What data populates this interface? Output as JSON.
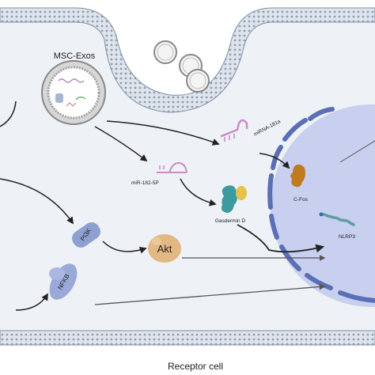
{
  "labels": {
    "msc_exos": "MSC-Exos",
    "mirna_181a": "miRNA-181a",
    "mir_182_5p": "miR-182-5P",
    "gasdermin_d": "Gasdermin D",
    "c_fos": "C-Fos",
    "nlrp3": "NLRP3",
    "pi3k": "PI3K",
    "akt": "Akt",
    "nfkb": "NFKB",
    "receptor_cell": "Receptor cell"
  },
  "colors": {
    "membrane_fill": "#d9dfe8",
    "membrane_line": "#7e8fa6",
    "cytoplasm": "#eef1f5",
    "nucleus_fill": "#c9cfee",
    "nucleus_border": "#5a6fb5",
    "cfos": "#c07a1f",
    "gasdermin_teal": "#3b9b9e",
    "gasdermin_yellow": "#e6c24a",
    "akt": "#e2b982",
    "pi3k": "#8da0cf",
    "nfkb": "#9aa9d8",
    "mirna": "#c98bc9",
    "arrow": "#222222"
  }
}
